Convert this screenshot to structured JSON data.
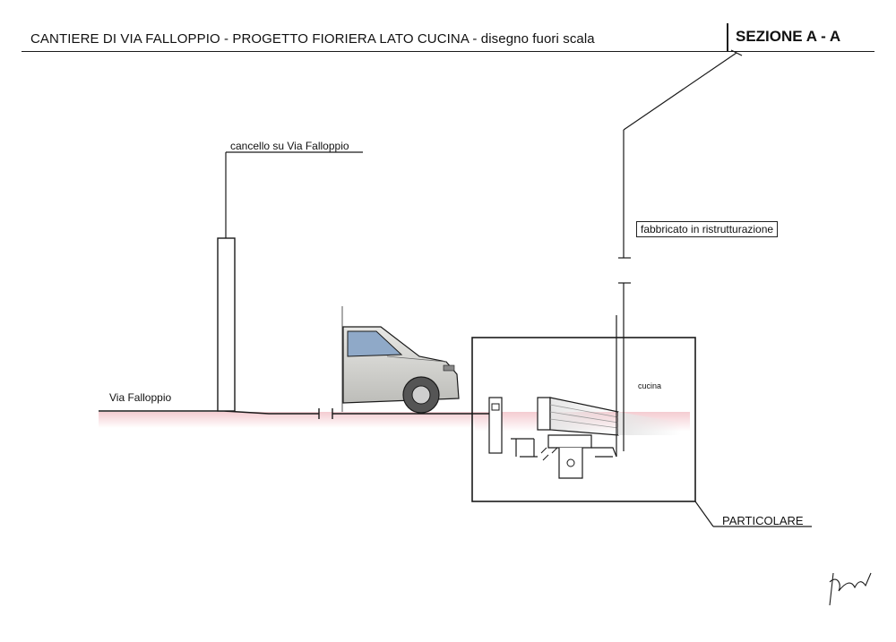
{
  "header": {
    "title": "CANTIERE DI VIA FALLOPPIO - PROGETTO FIORIERA LATO CUCINA - disegno fuori scala",
    "section": "SEZIONE A - A"
  },
  "labels": {
    "gate": "cancello su Via Falloppio",
    "street": "Via Falloppio",
    "building": "fabbricato in ristrutturazione",
    "kitchen": "cucina",
    "detail": "PARTICOLARE"
  },
  "colors": {
    "ink": "#1a1a1a",
    "ground_tint": "#f3c6cc",
    "car_body": "#d9d9d6",
    "car_window": "#8fa9c8",
    "planter_shade": "#cfcfcf"
  }
}
